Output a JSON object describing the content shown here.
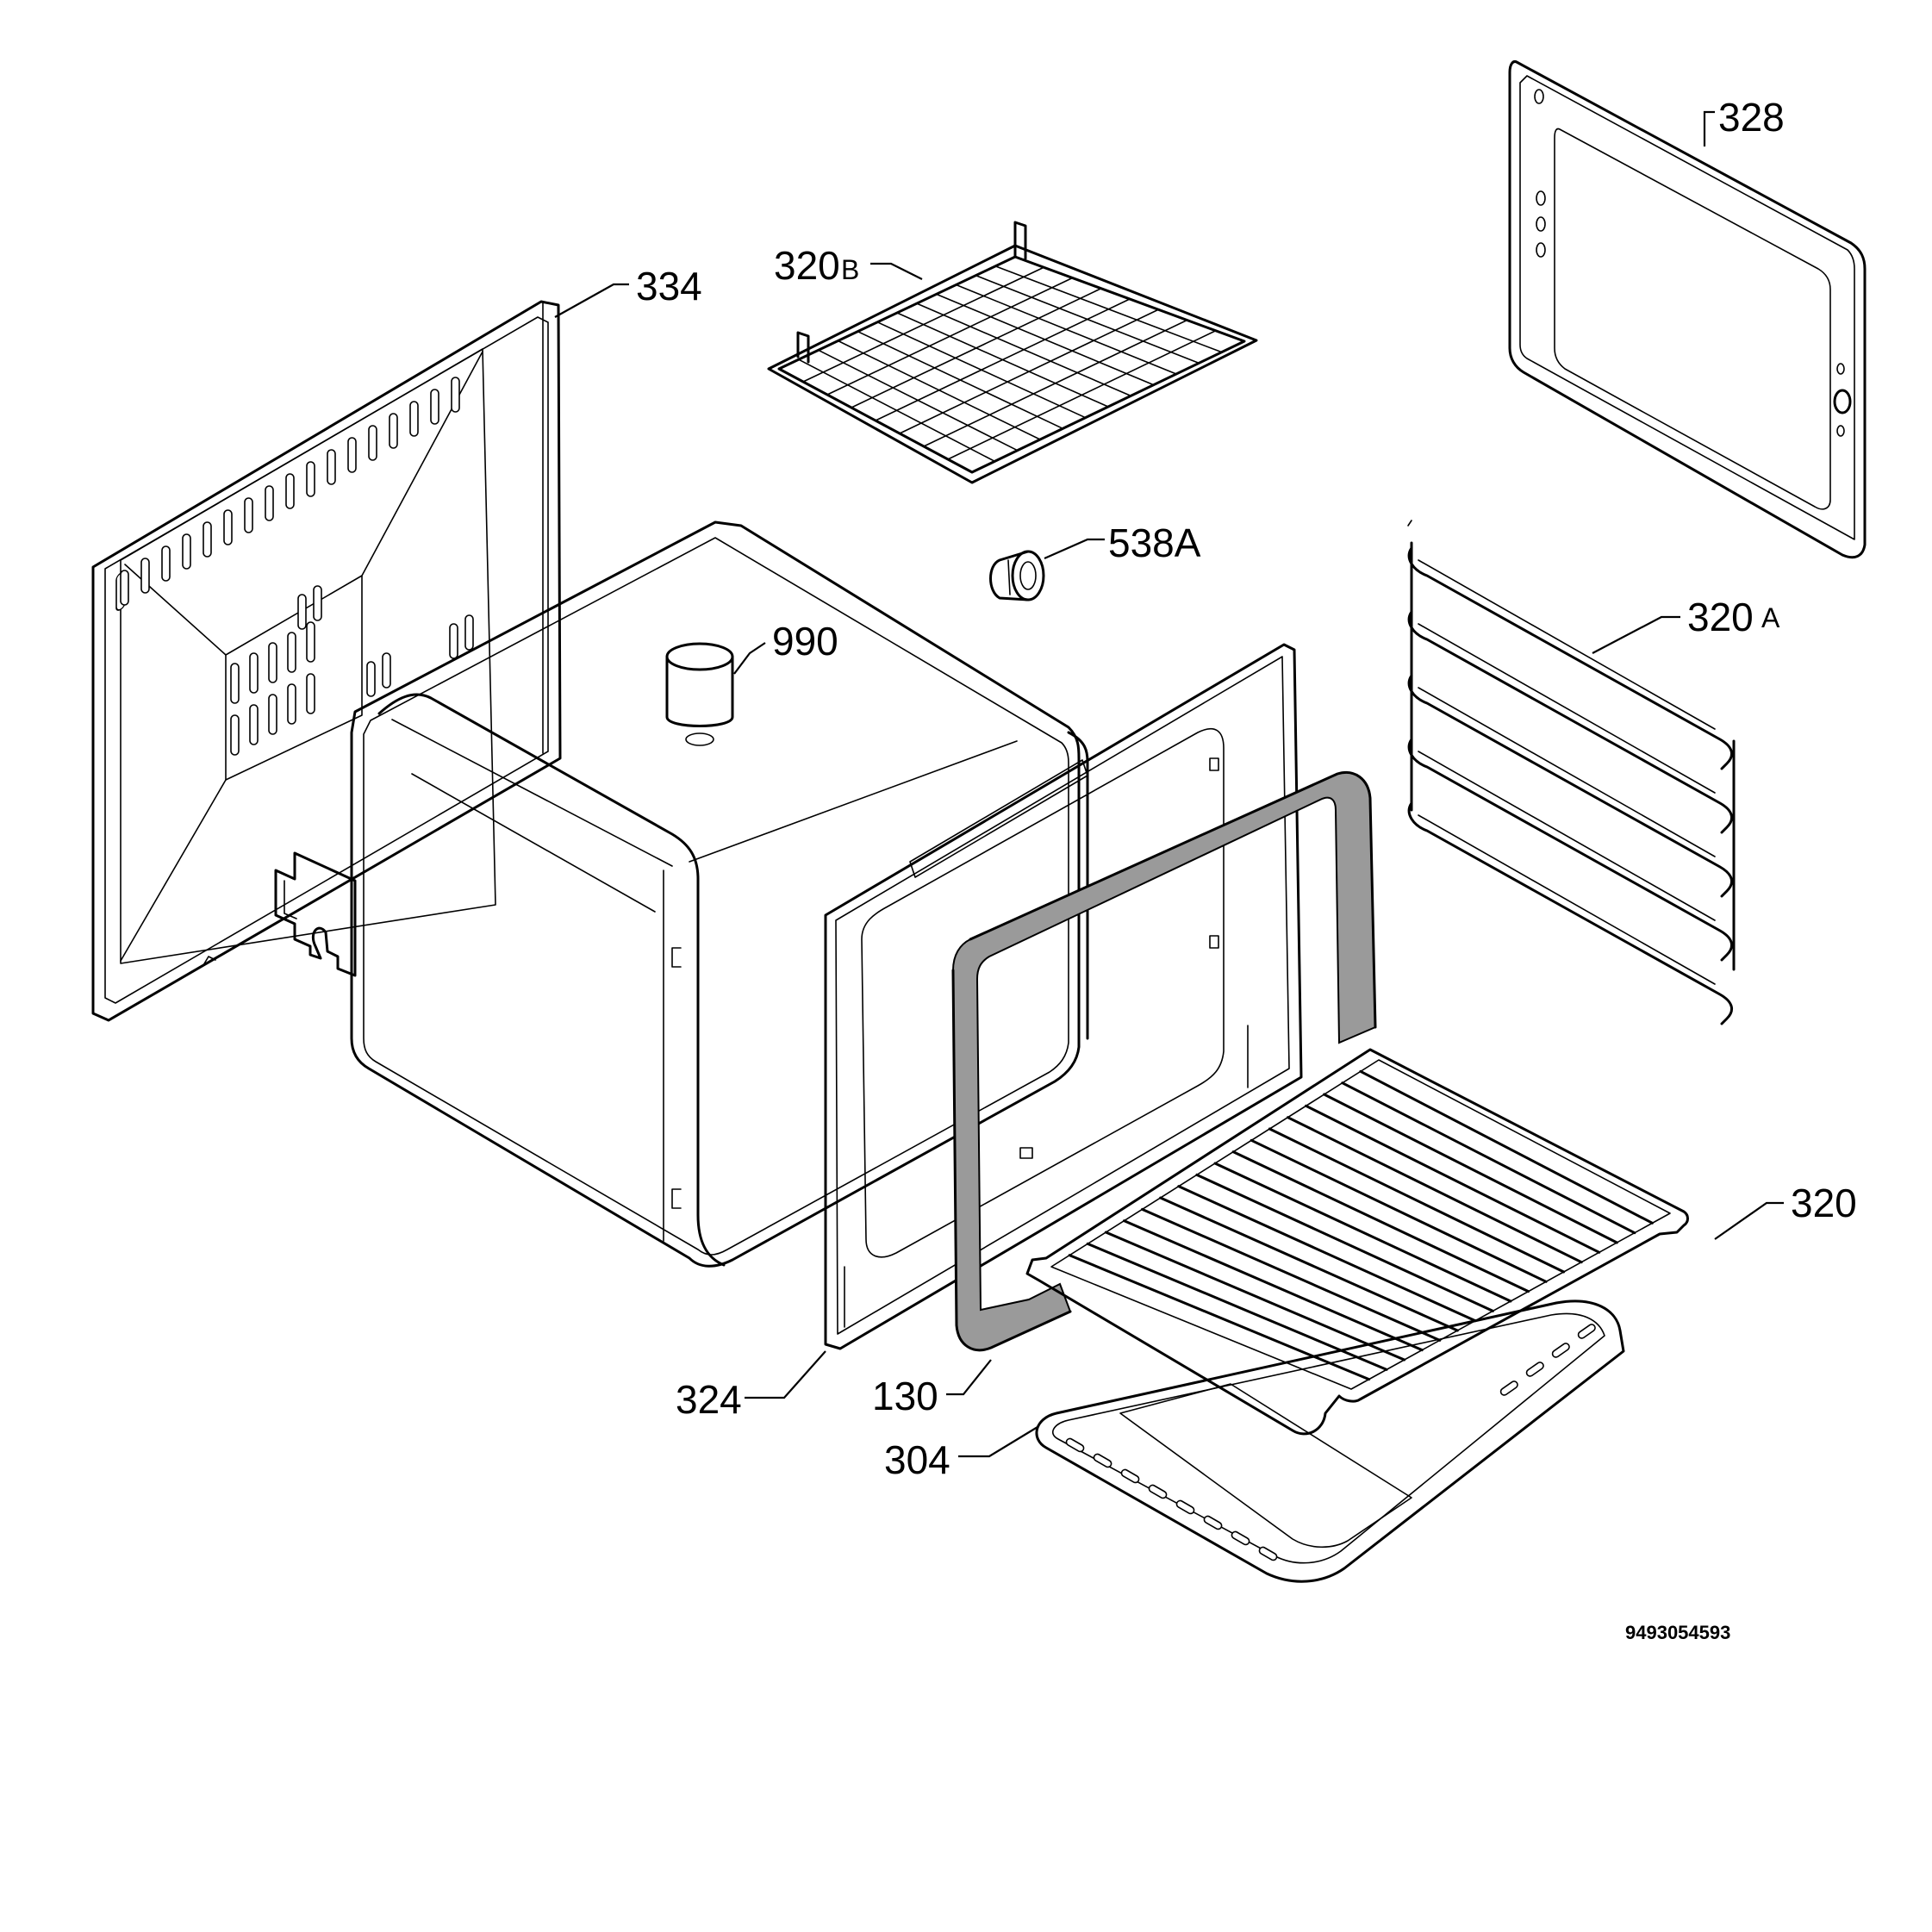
{
  "parts": [
    {
      "id": "334",
      "text": "334"
    },
    {
      "id": "320B",
      "text": "320",
      "suffix": "B"
    },
    {
      "id": "328",
      "text": "328"
    },
    {
      "id": "538A",
      "text": "538A"
    },
    {
      "id": "990",
      "text": "990"
    },
    {
      "id": "320A",
      "text": "320",
      "suffix": "A"
    },
    {
      "id": "320",
      "text": "320"
    },
    {
      "id": "324",
      "text": "324"
    },
    {
      "id": "130",
      "text": "130"
    },
    {
      "id": "304",
      "text": "304"
    }
  ],
  "diagram_code": "9493054593"
}
